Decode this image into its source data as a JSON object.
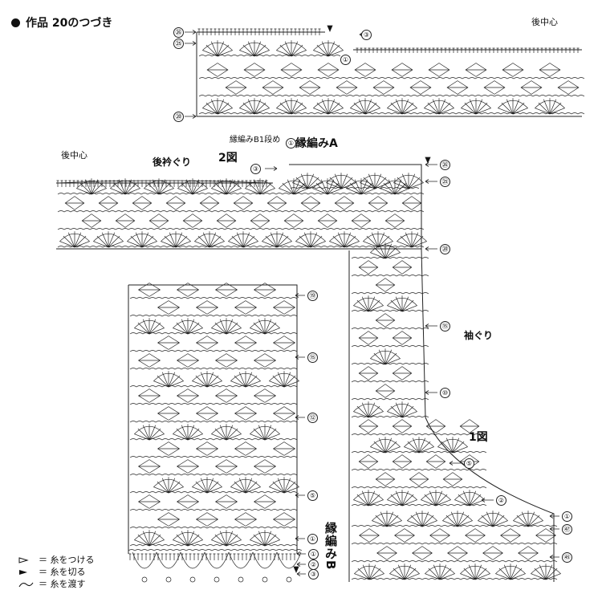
{
  "title": "作品 20のつづき",
  "labels": {
    "back_center_top": "後中心",
    "back_center_left": "後中心",
    "back_neckline": "後衿ぐり",
    "fig2": "2図",
    "edging_b_row1_end": "縁編みB1段め",
    "edging_a": "縁編みA",
    "armhole": "袖ぐり",
    "fig1": "1図",
    "edging_b": "縁編みB"
  },
  "row_numbers": {
    "top_26": "㉖",
    "top_25": "㉕",
    "top_3": "③",
    "top_1": "①",
    "top_20": "⑳",
    "edge_1": "①",
    "edge_3": "③",
    "a_26": "㉖",
    "a_25": "㉕",
    "a_20": "⑳",
    "a_15": "⑮",
    "a_10": "⑩",
    "a_5": "⑤",
    "a_2": "②",
    "a_1": "①",
    "a_47": "㊼",
    "a_45": "㊺",
    "l_19": "⑲",
    "l_15": "⑮",
    "l_12": "⑫",
    "l_5": "⑤",
    "l_1": "①",
    "b_1": "①",
    "b_2": "②",
    "b_3": "③"
  },
  "legend": [
    {
      "icon": "attach-yarn-icon",
      "text": "＝ 糸をつける"
    },
    {
      "icon": "cut-yarn-icon",
      "text": "＝ 糸を切る"
    },
    {
      "icon": "carry-yarn-icon",
      "text": "＝ 糸を渡す"
    }
  ]
}
